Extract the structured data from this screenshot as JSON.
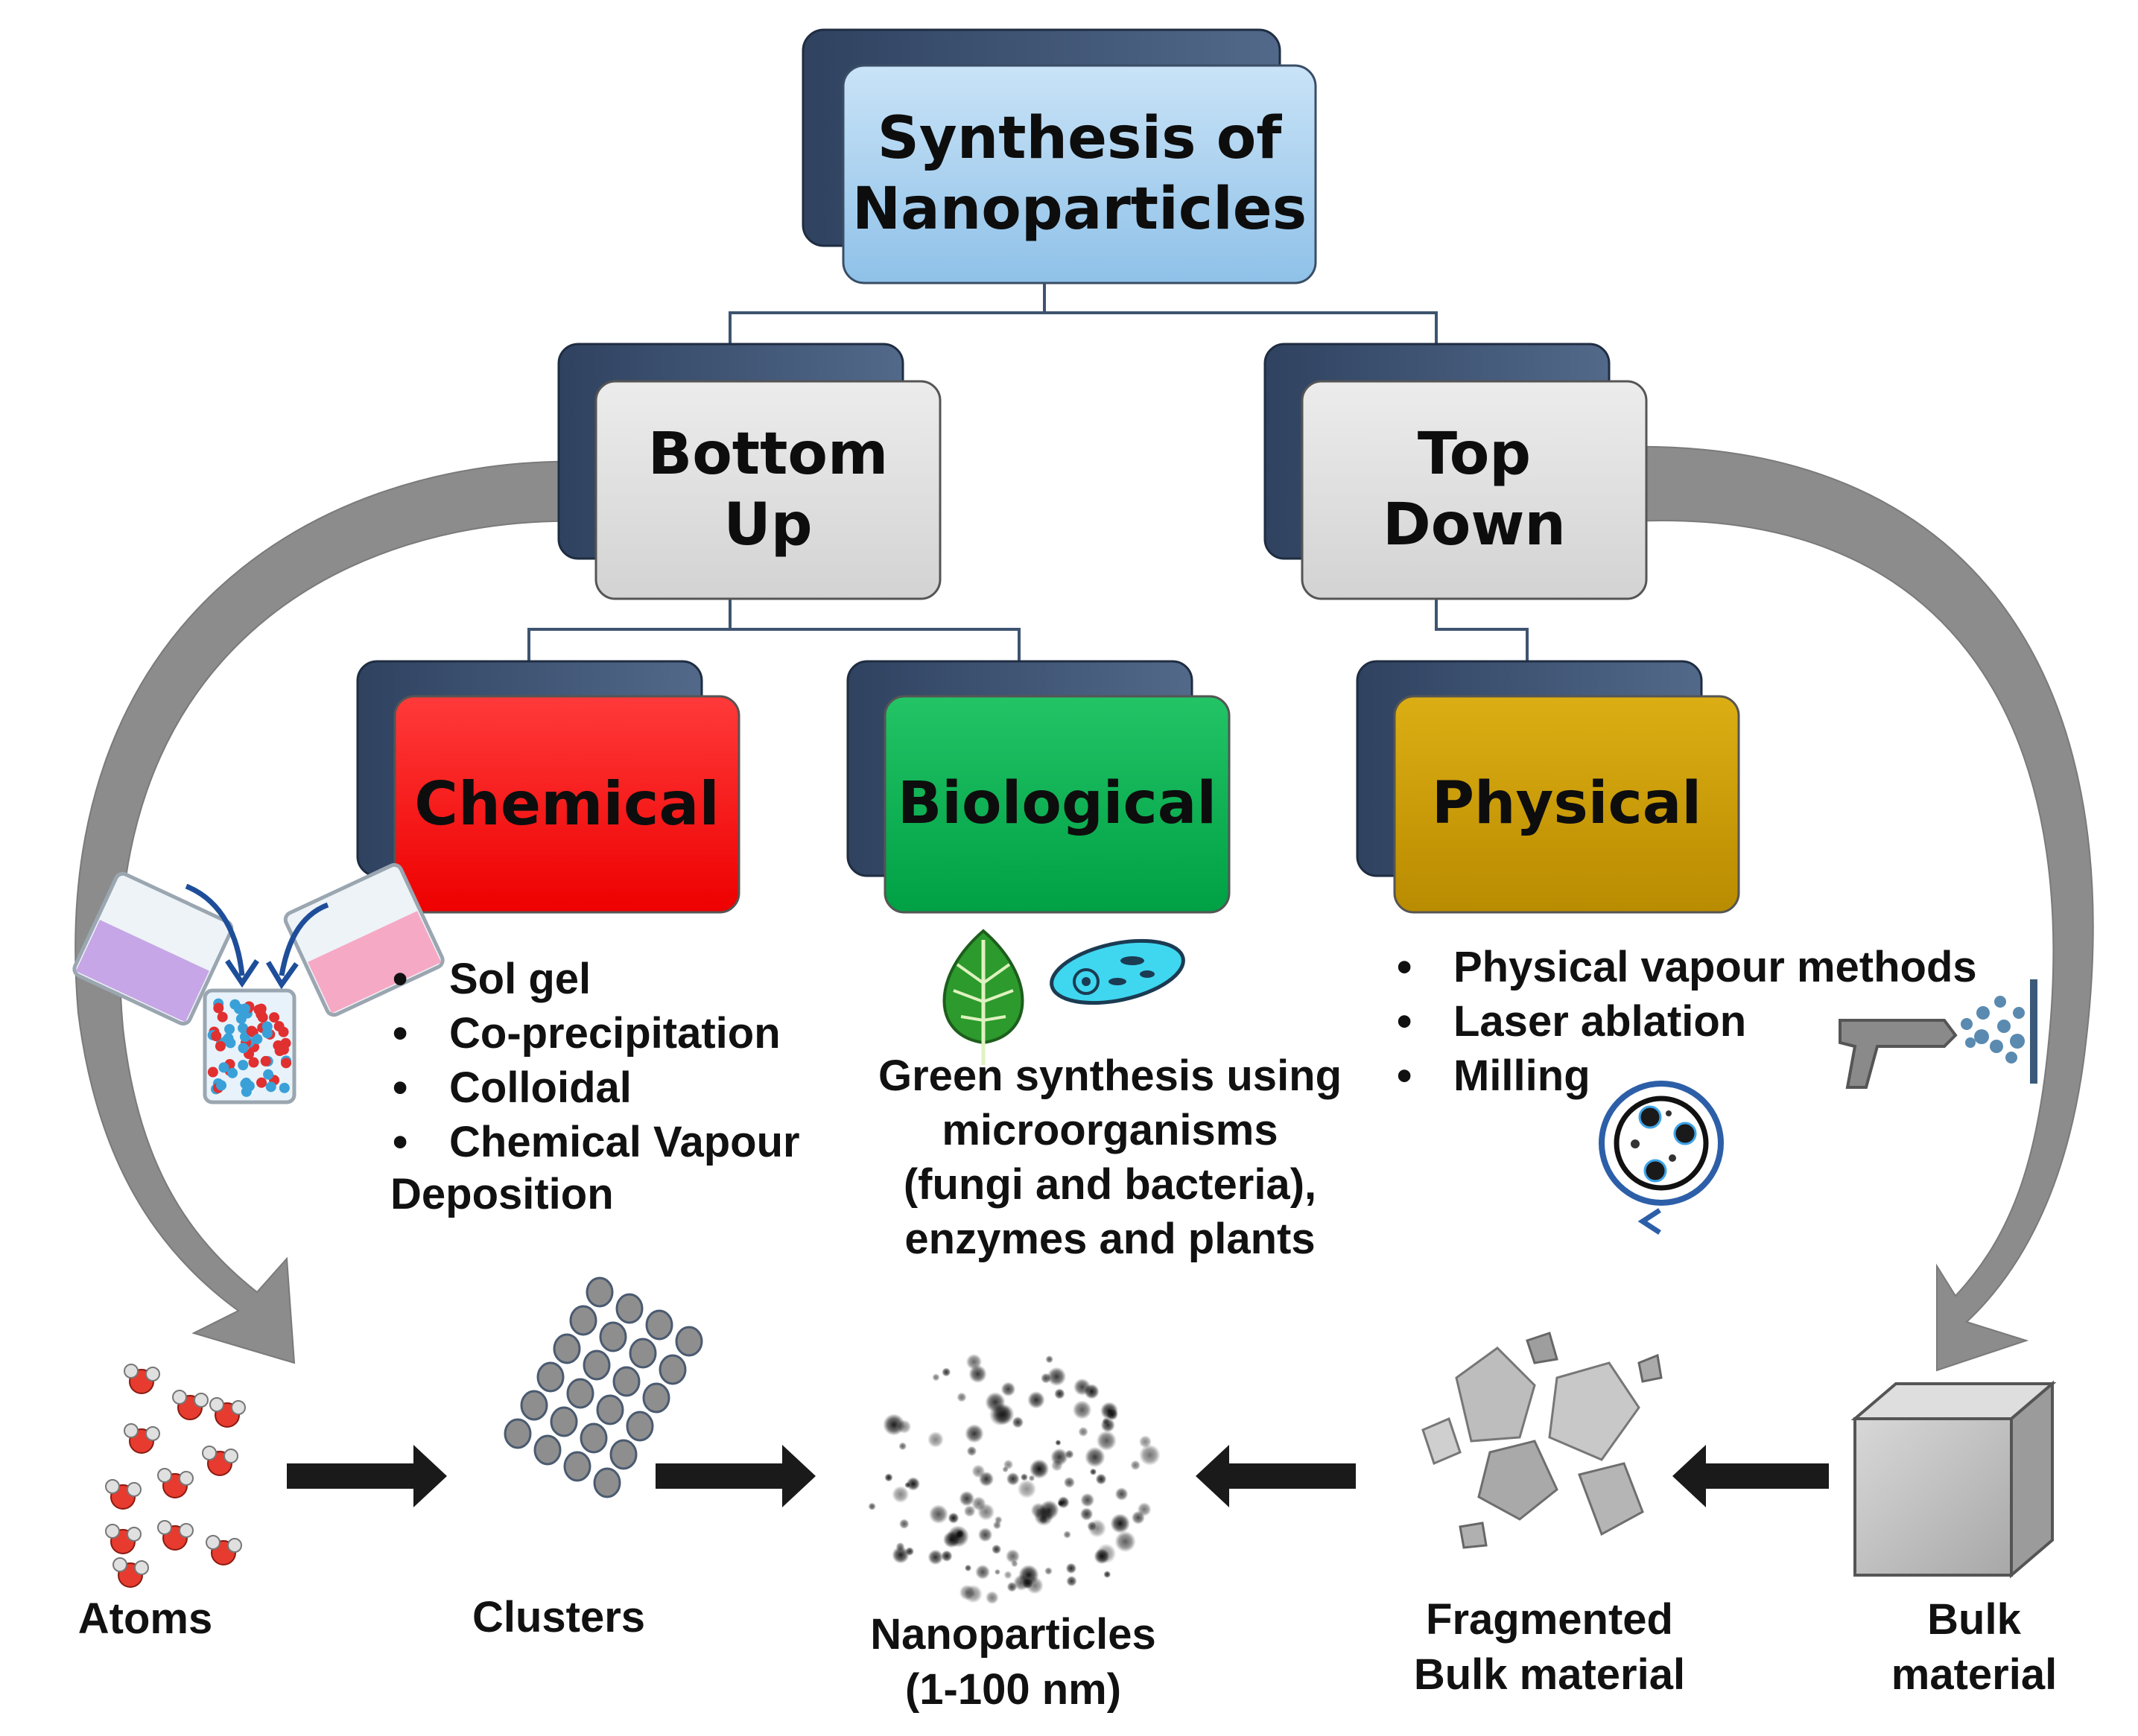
{
  "title": [
    "Synthesis of",
    "Nanoparticles"
  ],
  "branches": {
    "bottom_up": [
      "Bottom",
      "Up"
    ],
    "top_down": [
      "Top",
      "Down"
    ]
  },
  "methods": {
    "chemical": {
      "label": "Chemical",
      "color": "#ff0000"
    },
    "biological": {
      "label": "Biological",
      "color": "#00b04f"
    },
    "physical": {
      "label": "Physical",
      "color": "#c99a00"
    }
  },
  "chemical_list": [
    "Sol gel",
    "Co-precipitation",
    "Colloidal",
    "Chemical Vapour"
  ],
  "chemical_list_tail": "Deposition",
  "biological_text": [
    "Green synthesis using",
    "microorganisms",
    "(fungi and bacteria),",
    "enzymes and plants"
  ],
  "physical_list": [
    "Physical vapour methods",
    "Laser ablation",
    "Milling"
  ],
  "stages": {
    "atoms": "Atoms",
    "clusters": "Clusters",
    "nanoparticles": [
      "Nanoparticles",
      "(1-100 nm)"
    ],
    "fragmented": [
      "Fragmented",
      "Bulk material"
    ],
    "bulk": [
      "Bulk",
      "material"
    ]
  },
  "colors": {
    "title_box": "#9dc9ec",
    "branch_box": "#dcdcdc",
    "shadow_box": "#3e5470",
    "curved_arrow": "#8c8c8c",
    "flow_arrow": "#1a1a1a"
  }
}
